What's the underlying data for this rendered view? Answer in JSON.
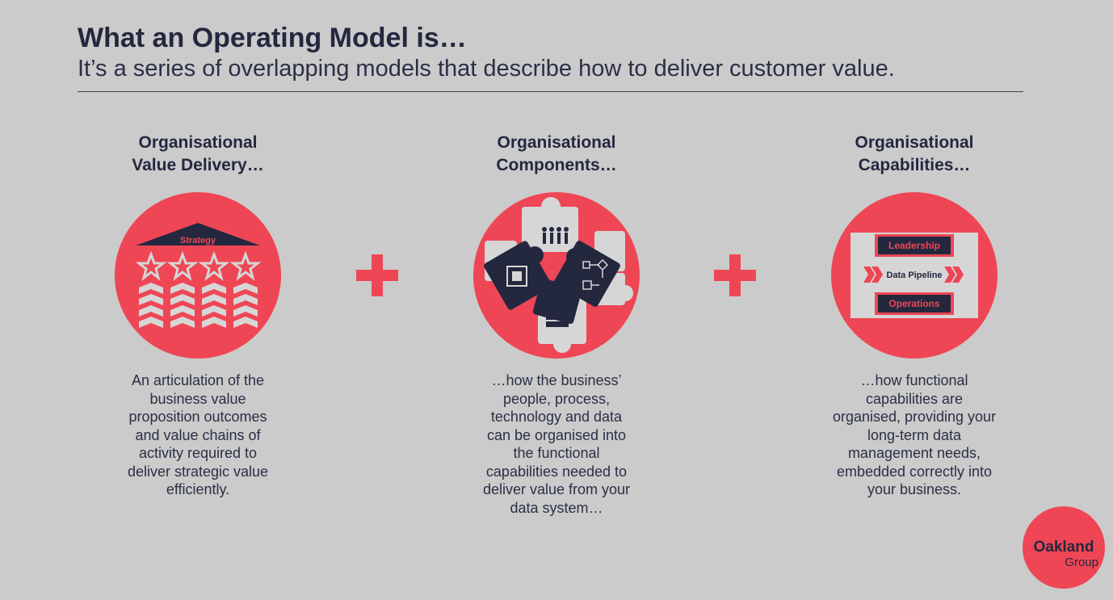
{
  "header": {
    "title": "What an Operating Model is…",
    "subtitle": "It’s a series of overlapping models that describe how to deliver customer value."
  },
  "columns": [
    {
      "heading": [
        "Organisational",
        "Value Delivery…"
      ],
      "icon": "strategy-house-icon",
      "icon_label": "Strategy",
      "description": [
        "An articulation of the",
        "business value",
        "proposition outcomes",
        "and value chains of",
        "activity required to",
        "deliver strategic value",
        "efficiently."
      ]
    },
    {
      "heading": [
        "Organisational",
        "Components…"
      ],
      "icon": "puzzle-pieces-icon",
      "description": [
        "…how the business’",
        "people, process,",
        "technology and data",
        "can be organised into",
        "the functional",
        "capabilities needed to",
        "deliver value from your",
        "data system…"
      ]
    },
    {
      "heading": [
        "Organisational",
        "Capabilities…"
      ],
      "icon": "capability-stack-icon",
      "boxes": [
        "Leadership",
        "Data Pipeline",
        "Operations"
      ],
      "description": [
        "…how functional",
        "capabilities are",
        "organised, providing your",
        "long-term data",
        "management needs,",
        "embedded correctly into",
        "your business."
      ]
    }
  ],
  "operators": [
    "plus-icon",
    "plus-icon"
  ],
  "logo": {
    "line1": "Oakland",
    "line2": "Group"
  },
  "colors": {
    "accent": "#ef4655",
    "navy": "#24283f",
    "background": "#cbcbcb",
    "light": "#d6d6d6"
  }
}
